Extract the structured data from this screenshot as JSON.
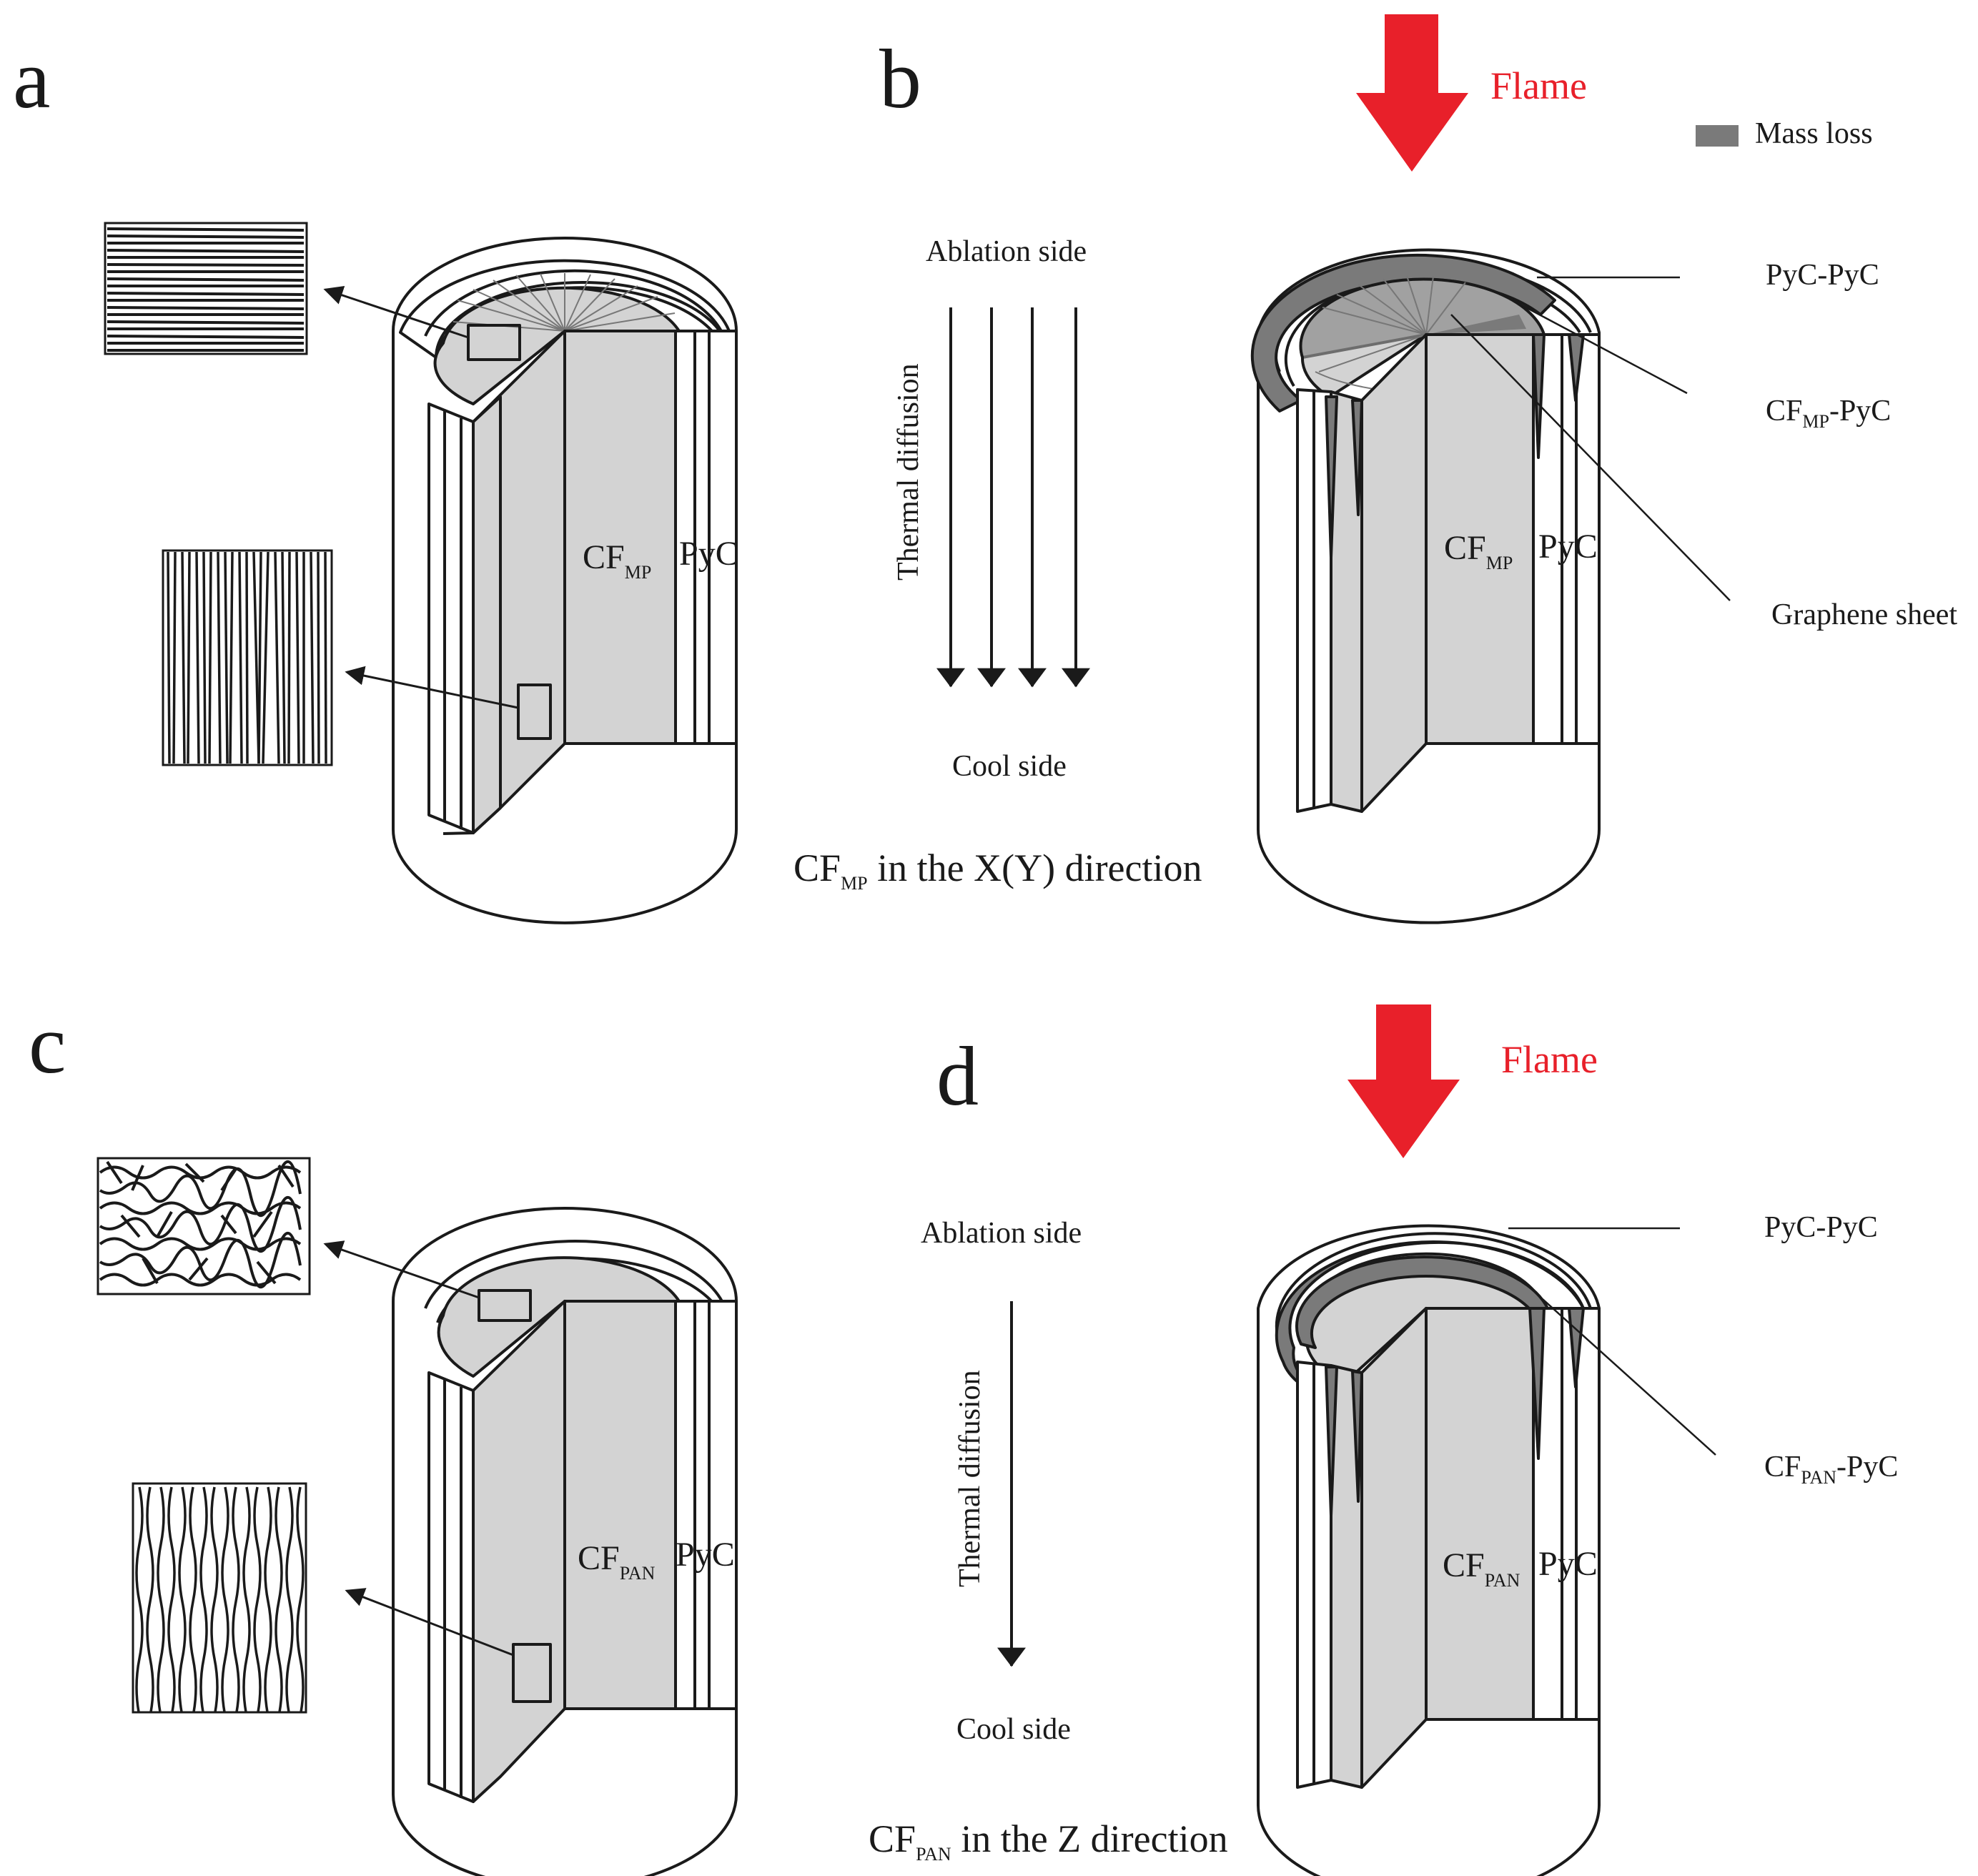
{
  "panels": {
    "a": {
      "letter": "a"
    },
    "b": {
      "letter": "b",
      "ablation_side": "Ablation side",
      "thermal_diffusion": "Thermal diffusion",
      "cool_side": "Cool side",
      "flame": "Flame",
      "legend_mass_loss": "Mass loss",
      "callouts": {
        "pyc_pyc": "PyC-PyC",
        "cf_pyc_main": "CF",
        "cf_pyc_sub": "MP",
        "cf_pyc_tail": "-PyC",
        "graphene_sheet": "Graphene sheet"
      }
    },
    "c": {
      "letter": "c"
    },
    "d": {
      "letter": "d",
      "ablation_side": "Ablation side",
      "thermal_diffusion": "Thermal diffusion",
      "cool_side": "Cool side",
      "flame": "Flame",
      "callouts": {
        "pyc_pyc": "PyC-PyC",
        "cf_pyc_main": "CF",
        "cf_pyc_sub": "PAN",
        "cf_pyc_tail": "-PyC"
      }
    }
  },
  "cylinder_labels": {
    "mp": {
      "cf": "CF",
      "sub": "MP",
      "pyc": "PyC"
    },
    "pan": {
      "cf": "CF",
      "sub": "PAN",
      "pyc": "PyC"
    }
  },
  "captions": {
    "top": {
      "main": "CF",
      "sub": "MP",
      "tail": " in the X(Y) direction"
    },
    "bottom": {
      "main": "CF",
      "sub": "PAN",
      "tail": " in the Z direction"
    }
  },
  "colors": {
    "flame": "#e8202a",
    "fiber_fill": "#d3d3d3",
    "mass_loss": "#7a7a7a",
    "outline": "#1a1a1a"
  }
}
